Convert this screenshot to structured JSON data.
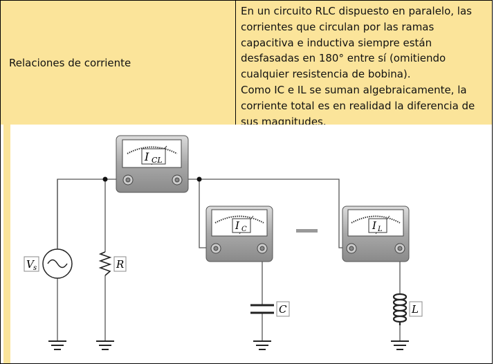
{
  "table": {
    "row_label": "Relaciones de corriente",
    "paragraph_1": "En un circuito RLC dispuesto en paralelo, las corrientes que circulan por las ramas capacitiva e inductiva siempre están desfasadas en 180° entre sí (omitiendo cualquier resistencia de bobina).",
    "paragraph_2": "Como IC e IL se suman algebraicamente, la corriente total es en realidad la diferencia de sus magnitudes."
  },
  "diagram": {
    "meter_icl": "I",
    "meter_icl_sub": "CL",
    "meter_ic": "I",
    "meter_ic_sub": "C",
    "meter_il": "I",
    "meter_il_sub": "L",
    "source_label": "V",
    "source_sub": "s",
    "resistor_label": "R",
    "capacitor_label": "C",
    "inductor_label": "L",
    "operator": "−"
  }
}
